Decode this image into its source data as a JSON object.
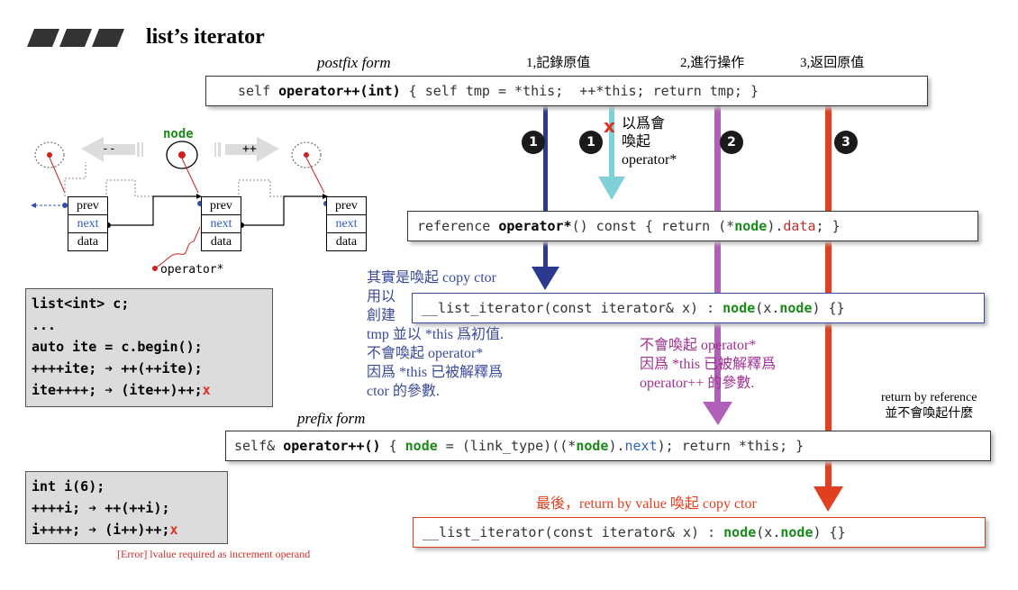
{
  "title": "list’s iterator",
  "labels": {
    "postfix_form": "postfix form",
    "prefix_form": "prefix form",
    "step1": "1,記錄原值",
    "step2": "2,進行操作",
    "step3": "3,返回原值"
  },
  "code": {
    "postfix": {
      "a": "self ",
      "b": "operator++(int)",
      "c": " { self tmp = *this;  ++*this; return tmp; }"
    },
    "deref": {
      "a": "reference ",
      "b": "operator*",
      "c": "() const { return (*",
      "d": "node",
      "e": ").",
      "f": "data",
      "g": "; }"
    },
    "ctor1": {
      "a": "__list_iterator(const iterator& x) : ",
      "b": "node",
      "c": "(x.",
      "d": "node",
      "e": ") {}"
    },
    "prefix": {
      "a": "self& ",
      "b": "operator++()",
      "c": " { ",
      "d": "node",
      "e": " = (link_type)((*",
      "f": "node",
      "g": ").",
      "h": "next",
      "i": "); return *this; }"
    },
    "ctor2": {
      "a": "__list_iterator(const iterator& x) : ",
      "b": "node",
      "c": "(x.",
      "d": "node",
      "e": ") {}"
    }
  },
  "markers": {
    "m1": "1",
    "m1b": "1",
    "m2": "2",
    "m3": "3",
    "x": "x"
  },
  "annotations": {
    "think_call_l1": "以爲會",
    "think_call_l2": "喚起",
    "think_call_l3": "operator*",
    "copy_ctor_l1": "其實是喚起 copy ctor",
    "copy_ctor_l2": "用以",
    "copy_ctor_l3": "創建",
    "copy_ctor_l4": "tmp 並以 *this 爲初值.",
    "copy_ctor_l5": "不會喚起 operator*",
    "copy_ctor_l6": "因爲 *this 已被解釋爲",
    "copy_ctor_l7": "ctor 的參數.",
    "purple_l1": "不會喚起 operator*",
    "purple_l2": "因爲 *this 已被解釋爲",
    "purple_l3": "operator++ 的參數.",
    "return_ref_l1": "return by reference",
    "return_ref_l2": "並不會喚起什麼",
    "last": "最後，return by value 喚起 copy ctor",
    "error": "[Error] lvalue required as increment operand"
  },
  "diagram": {
    "node_label": "node",
    "minus": "--",
    "plus": "++",
    "cells": [
      "prev",
      "next",
      "data"
    ],
    "operator_star": "operator*"
  },
  "examples": {
    "list_lines": [
      "list<int> c;",
      "...",
      "auto ite = c.begin();",
      "++++ite; ➔ ++(++ite);",
      "ite++++; ➔ (ite++)++;"
    ],
    "int_lines": [
      "int i(6);",
      "++++i; ➔ ++(++i);",
      "i++++; ➔ (i++)++;"
    ]
  },
  "colors": {
    "blue_arrow": "#2b3a8f",
    "cyan_arrow": "#7fd0d8",
    "purple_arrow": "#b060b8",
    "red_arrow": "#e04020",
    "blue_text": "#3a4a9a",
    "purple_text": "#a03090",
    "error_text": "#d03030"
  }
}
